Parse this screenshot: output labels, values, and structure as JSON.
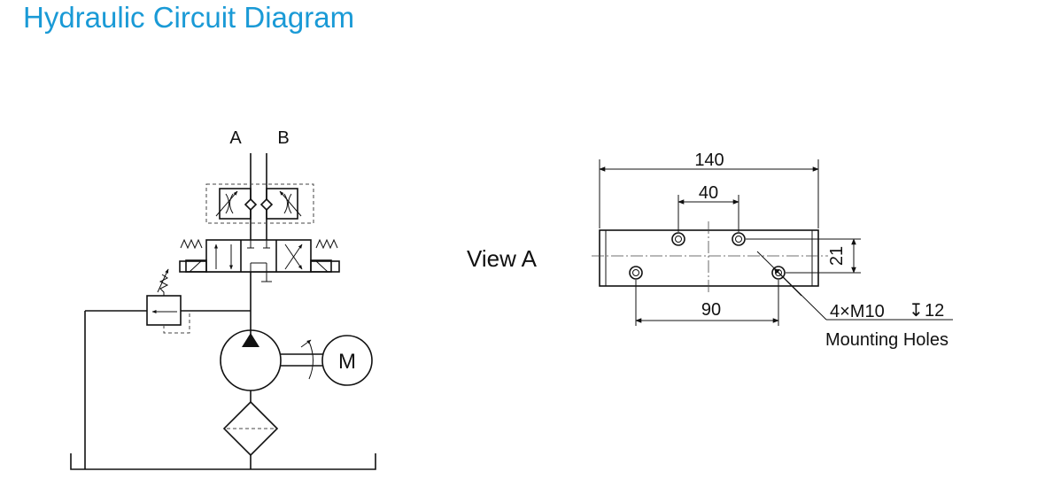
{
  "page": {
    "title": "Hydraulic Circuit Diagram",
    "accent_color": "#1a9ad6"
  },
  "circuit": {
    "port_a": "A",
    "port_b": "B",
    "motor_label": "M"
  },
  "view_a": {
    "label": "View A",
    "dim_overall": "140",
    "dim_upper_holes": "40",
    "dim_lower_holes": "90",
    "dim_height": "21",
    "thread_spec": "4×M10",
    "depth_symbol": "↧",
    "depth_value": "12",
    "note": "Mounting Holes"
  }
}
